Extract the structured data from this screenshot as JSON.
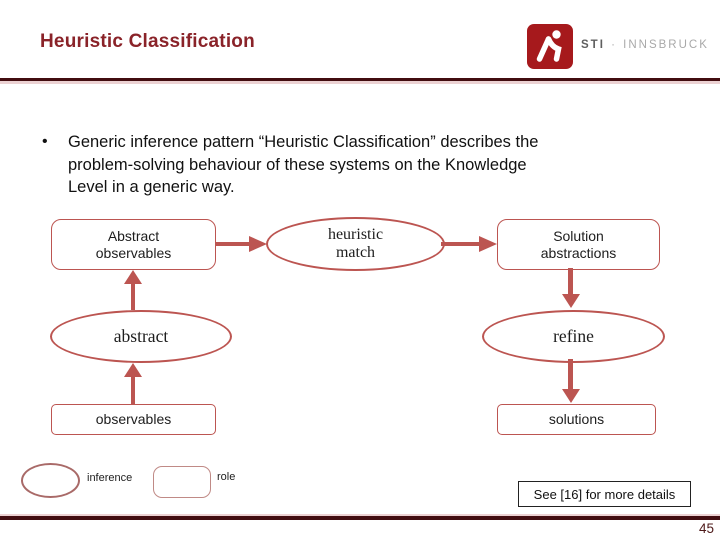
{
  "slide": {
    "title": "Heuristic Classification",
    "page_number": "45",
    "logo": {
      "org": "STI",
      "separator": "·",
      "city": "INNSBRUCK"
    },
    "colors": {
      "accent_red": "#bc5551",
      "title_maroon": "#8a2329",
      "rule_dark": "#420d10",
      "rule_light": "#ecd2d3",
      "logo_red": "#a6191c"
    },
    "bullet": {
      "marker": "•",
      "lines": [
        "Generic inference pattern “Heuristic Classification” describes the",
        "problem-solving behaviour of these systems on the Knowledge",
        "Level in a generic way."
      ]
    },
    "diagram": {
      "nodes": {
        "abstract_observables": "Abstract\nobservables",
        "heuristic_match": "heuristic\nmatch",
        "solution_abstractions": "Solution\nabstractions",
        "abstract": "abstract",
        "refine": "refine",
        "observables": "observables",
        "solutions": "solutions"
      },
      "legend": {
        "inference": "inference",
        "role": "role"
      },
      "note": "See [16] for more details"
    }
  }
}
